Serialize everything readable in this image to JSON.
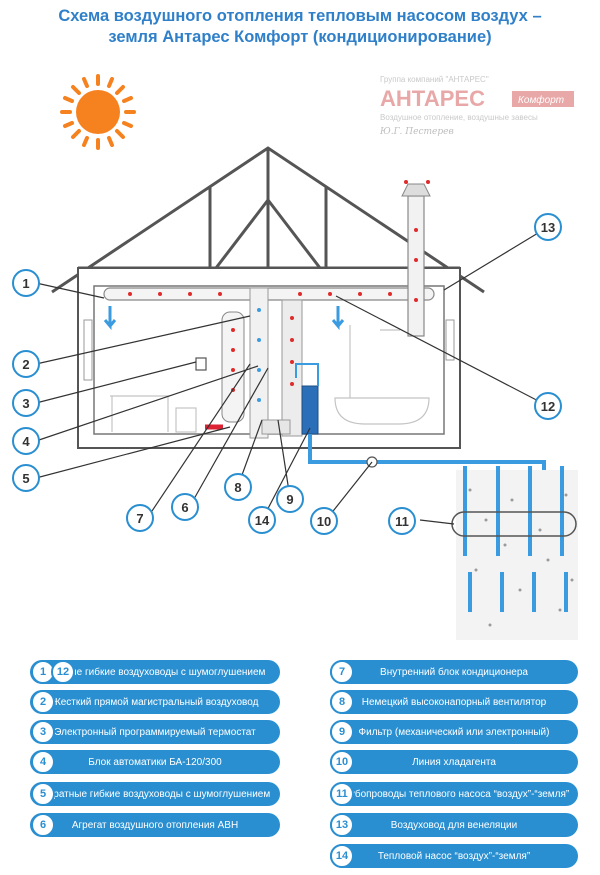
{
  "title": {
    "line1": "Схема воздушного отопления тепловым насосом воздух –",
    "line2": "земля Антарес Комфорт (кондиционирование)"
  },
  "brand": {
    "group": "Группа компаний \"АНТАРЕС\"",
    "logo": "АНТАРЕС",
    "logo_sub": "Комфорт",
    "tagline": "Воздушное отопление, воздушные завесы",
    "signature": "Ю.Г. Пестерев"
  },
  "callouts": [
    "1",
    "2",
    "3",
    "4",
    "5",
    "6",
    "7",
    "8",
    "9",
    "10",
    "11",
    "12",
    "13",
    "14"
  ],
  "legend_left": [
    {
      "num": "1",
      "num2": "12",
      "text": "Прямые гибкие воздуховоды с шумоглушением"
    },
    {
      "num": "2",
      "text": "Жесткий прямой магистральный воздуховод"
    },
    {
      "num": "3",
      "text": "Электронный программируемый термостат"
    },
    {
      "num": "4",
      "text": "Блок автоматики БА-120/300"
    },
    {
      "num": "5",
      "text": "Обратные гибкие воздуховоды с шумоглушением"
    },
    {
      "num": "6",
      "text": "Агрегат воздушного отопления АВН"
    }
  ],
  "legend_right": [
    {
      "num": "7",
      "text": "Внутренний блок кондиционера"
    },
    {
      "num": "8",
      "text": "Немецкий высоконапорный вентилятор"
    },
    {
      "num": "9",
      "text": "Фильтр (механический или электронный)"
    },
    {
      "num": "10",
      "text": "Линия хладагента"
    },
    {
      "num": "11",
      "text": "Трубопроводы теплового насоса “воздух”-“земля”"
    },
    {
      "num": "13",
      "text": "Воздуховод для венеляции"
    },
    {
      "num": "14",
      "text": "Тепловой насос “воздух”-“земля”"
    }
  ],
  "colors": {
    "accent": "#2a8fd1",
    "title": "#2f80c9",
    "sun": "#f6821f",
    "hot_air": "#e02b2b",
    "cold_air": "#3a9be0",
    "logo": "#e8a8a8"
  }
}
